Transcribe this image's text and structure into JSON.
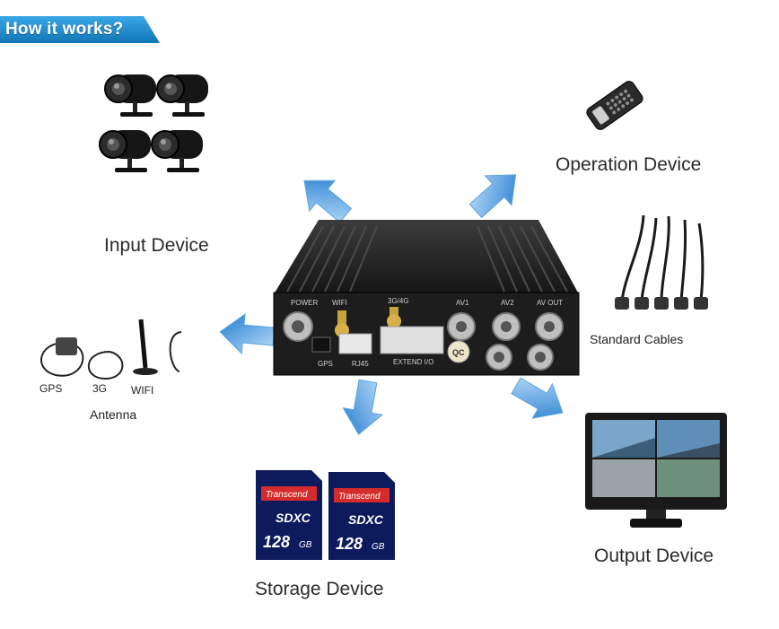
{
  "banner": {
    "title": "How it works?"
  },
  "labels": {
    "input": "Input Device",
    "operation": "Operation Device",
    "cables": "Standard Cables",
    "antenna": "Antenna",
    "storage": "Storage Device",
    "output": "Output Device"
  },
  "antenna_parts": {
    "gps": "GPS",
    "g3": "3G",
    "wifi": "WIFI"
  },
  "dvr_ports": {
    "power": "POWER",
    "wifi": "WIFI",
    "g34": "3G/4G",
    "av1": "AV1",
    "av2": "AV2",
    "avout": "AV OUT",
    "gps": "GPS",
    "rj45": "RJ45",
    "extend": "EXTEND I/O",
    "qc": "QC"
  },
  "sd_cards": [
    {
      "brand": "Transcend",
      "type": "SDXC",
      "capacity": "128",
      "unit": "GB"
    },
    {
      "brand": "Transcend",
      "type": "SDXC",
      "capacity": "128",
      "unit": "GB"
    }
  ],
  "colors": {
    "banner": "#1b8fd0",
    "arrow": "#2b88d6",
    "dvr": "#1c1c1c"
  }
}
